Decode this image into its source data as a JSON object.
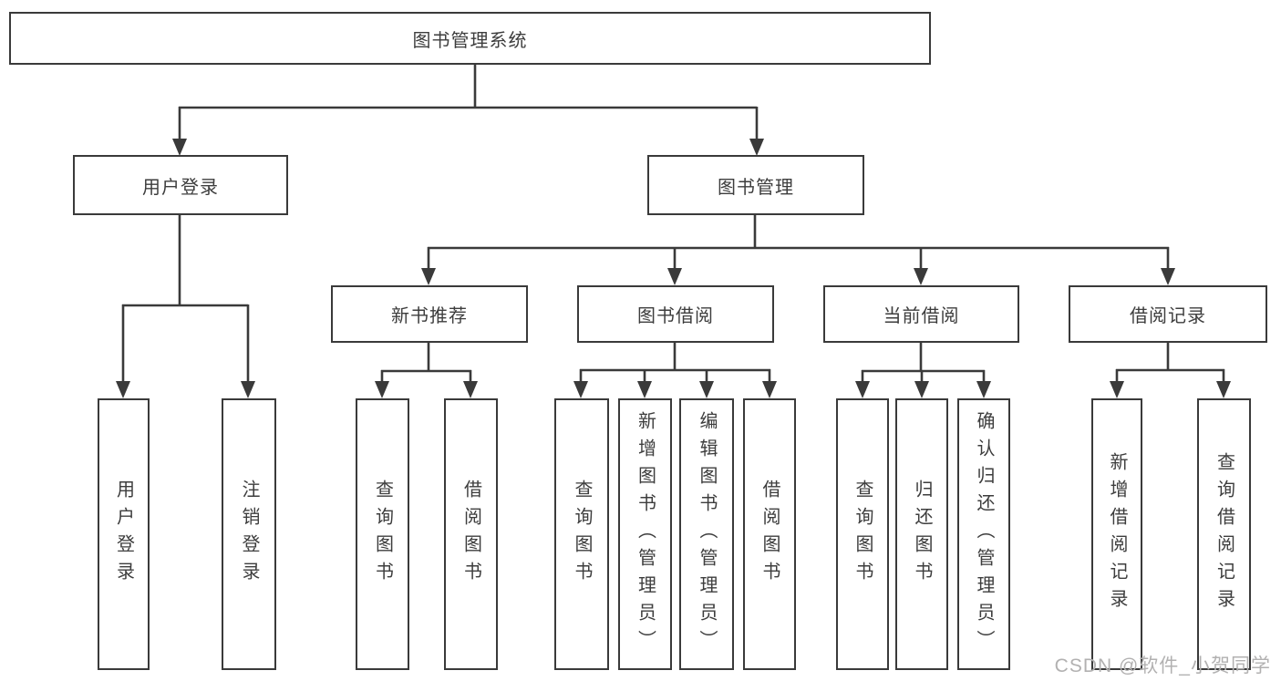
{
  "root": {
    "label": "图书管理系统"
  },
  "tree": {
    "user": {
      "label": "用户登录",
      "children": [
        "用户登录",
        "注销登录"
      ]
    },
    "book": {
      "label": "图书管理",
      "sections": [
        {
          "label": "新书推荐",
          "children": [
            "查询图书",
            "借阅图书"
          ]
        },
        {
          "label": "图书借阅",
          "children": [
            "查询图书",
            "新增图书（管理员）",
            "编辑图书（管理员）",
            "借阅图书"
          ]
        },
        {
          "label": "当前借阅",
          "children": [
            "查询图书",
            "归还图书",
            "确认归还（管理员）"
          ]
        },
        {
          "label": "借阅记录",
          "children": [
            "新增借阅记录",
            "查询借阅记录"
          ]
        }
      ]
    }
  },
  "colors": {
    "line": "#3a3a3a",
    "text": "#3d3d3d",
    "watermark": "#b2b1b1"
  },
  "watermark": "CSDN @软件_小贺同学"
}
